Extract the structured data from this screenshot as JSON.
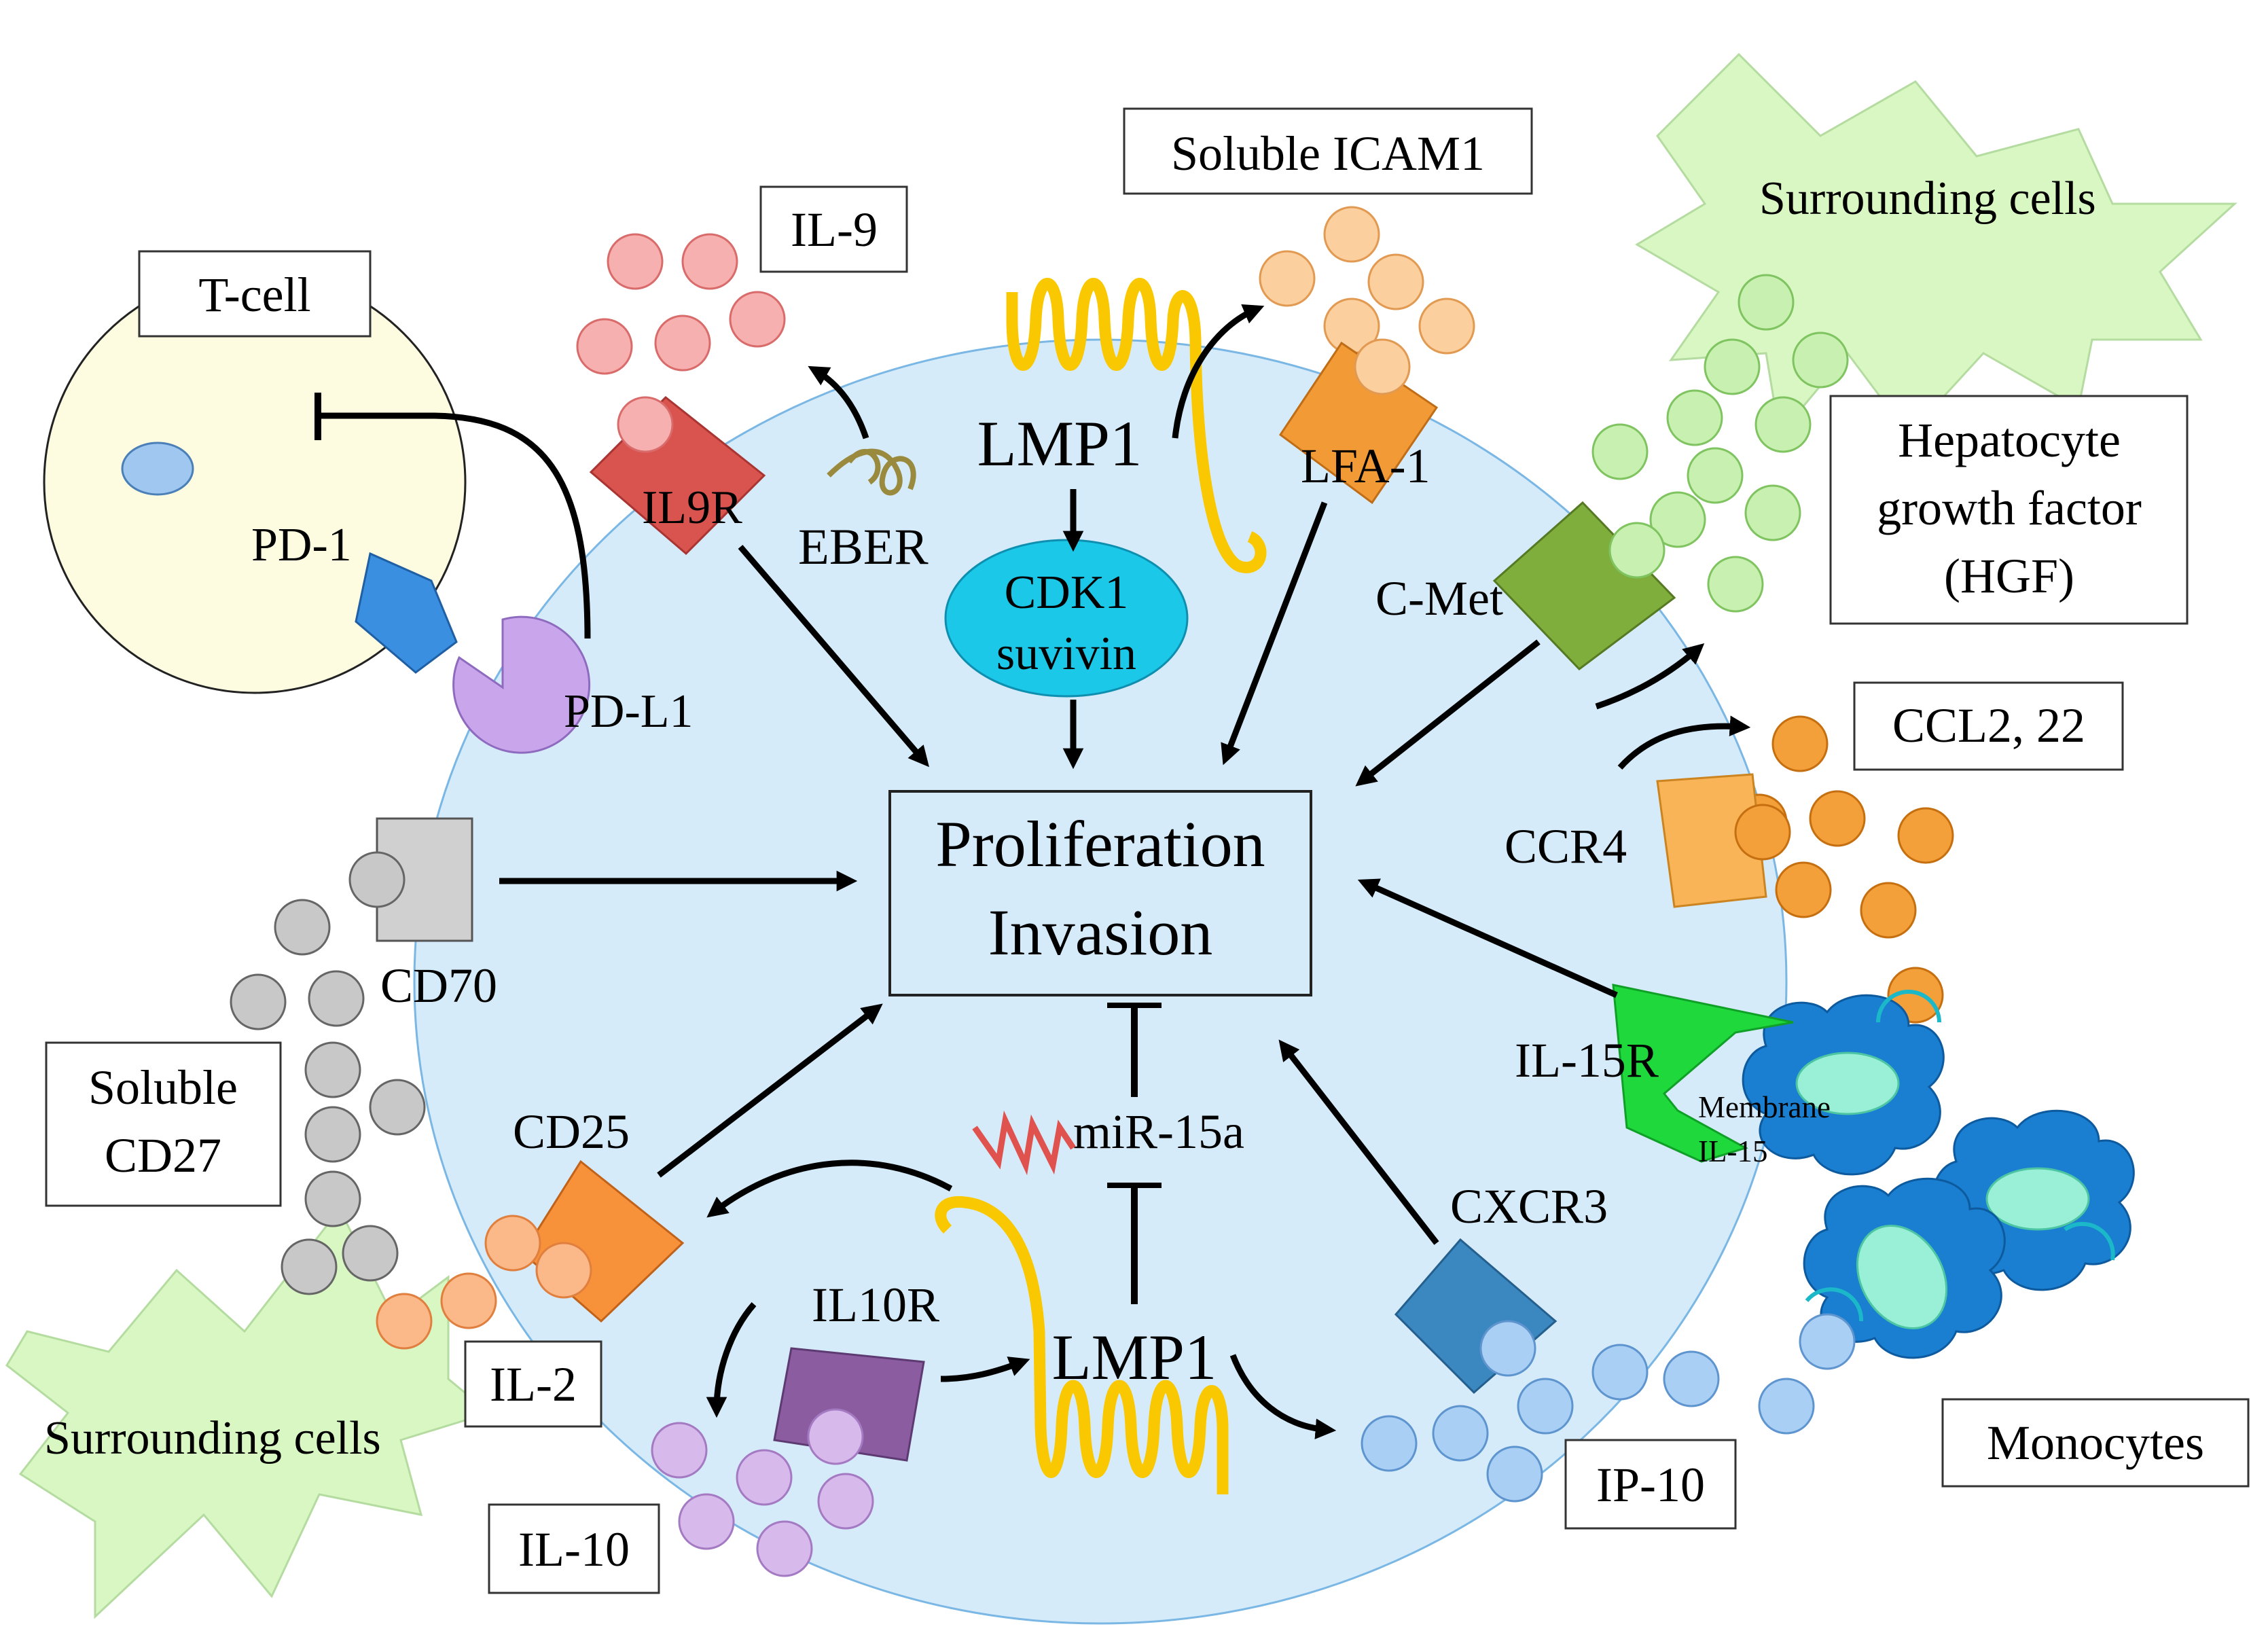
{
  "labels": {
    "t_cell": "T-cell",
    "pd1": "PD-1",
    "pdl1": "PD-L1",
    "il9": "IL-9",
    "il9r": "IL9R",
    "eber": "EBER",
    "lmp1_top": "LMP1",
    "cdk1": "CDK1",
    "survivin": "suvivin",
    "soluble_icam1": "Soluble ICAM1",
    "lfa1": "LFA-1",
    "surrounding_top": "Surrounding cells",
    "hgf_line1": "Hepatocyte",
    "hgf_line2": "growth factor",
    "hgf_line3": "(HGF)",
    "cmet": "C-Met",
    "ccl": "CCL2, 22",
    "ccr4": "CCR4",
    "proliferation": "Proliferation",
    "invasion": "Invasion",
    "cd70": "CD70",
    "soluble_cd27_line1": "Soluble",
    "soluble_cd27_line2": "CD27",
    "il15r": "IL-15R",
    "membrane_il15_line1": "Membrane",
    "membrane_il15_line2": "IL-15",
    "cd25": "CD25",
    "mir15a": "miR-15a",
    "cxcr3": "CXCR3",
    "il10r": "IL10R",
    "lmp1_bottom": "LMP1",
    "il2": "IL-2",
    "surrounding_bottom": "Surrounding cells",
    "il10": "IL-10",
    "ip10": "IP-10",
    "monocytes": "Monocytes"
  },
  "colors": {
    "tumor_cell": "#d6ebfa",
    "t_cell": "#fdfbe0",
    "il9": "#f7b0b0",
    "il9r": "#d9534f",
    "icam1": "#fbcf9e",
    "lfa1": "#f29a35",
    "hgf": "#c8f0b0",
    "cmet": "#7fae3d",
    "ccl": "#f4a03a",
    "ccr4": "#f9b457",
    "cd27": "#c8c8c8",
    "cd70": "#d0d0d0",
    "il15r": "#1ed83c",
    "cd25": "#f7913a",
    "il2": "#fbb98a",
    "il10": "#d8b9ec",
    "il10r": "#8b5ca0",
    "cxcr3": "#3b88c0",
    "ip10": "#a9cff5",
    "monocyte": "#1a7fd0",
    "lmp1": "#f9c800",
    "cdk1": "#1bc8e8",
    "pd1": "#3a8fe0",
    "pdl1": "#c9a6ec",
    "burst": "#d9f7c2"
  }
}
